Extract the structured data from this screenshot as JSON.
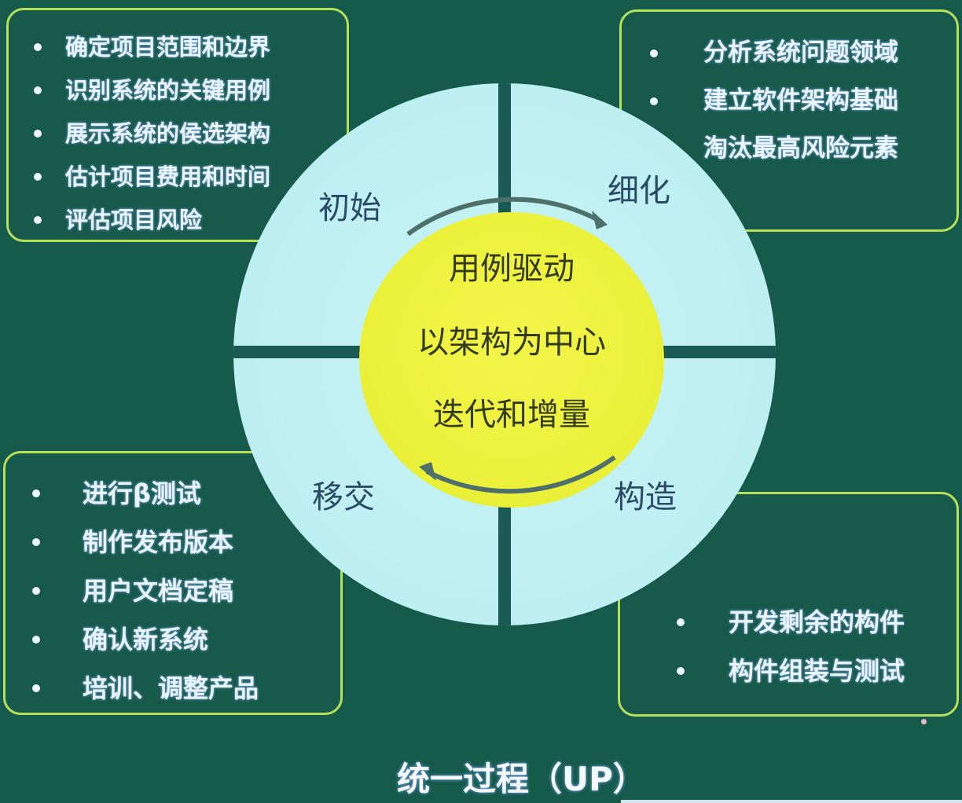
{
  "title": "统一过程（UP）",
  "center": {
    "lines": [
      "用例驱动",
      "以架构为中心",
      "迭代和增量"
    ]
  },
  "phases": {
    "inception": "初始",
    "elaboration": "细化",
    "construction": "构造",
    "transition": "移交"
  },
  "panels": {
    "inception": {
      "items": [
        "确定项目范围和边界",
        "识别系统的关键用例",
        "展示系统的侯选架构",
        "估计项目费用和时间",
        "评估项目风险"
      ]
    },
    "elaboration": {
      "items": [
        "分析系统问题领域",
        "建立软件架构基础",
        "淘汰最高风险元素"
      ]
    },
    "transition": {
      "items": [
        "进行β测试",
        "制作发布版本",
        "用户文档定稿",
        "确认新系统",
        "培训、调整产品"
      ]
    },
    "construction": {
      "items": [
        "开发剩余的构件",
        "构件组装与测试"
      ]
    }
  },
  "colors": {
    "background": "#155a4b",
    "panel_border": "#b6e05a",
    "outer_circle": "#bff0f3",
    "inner_circle": "#eaf038",
    "arrow": "#4f6f6a"
  }
}
